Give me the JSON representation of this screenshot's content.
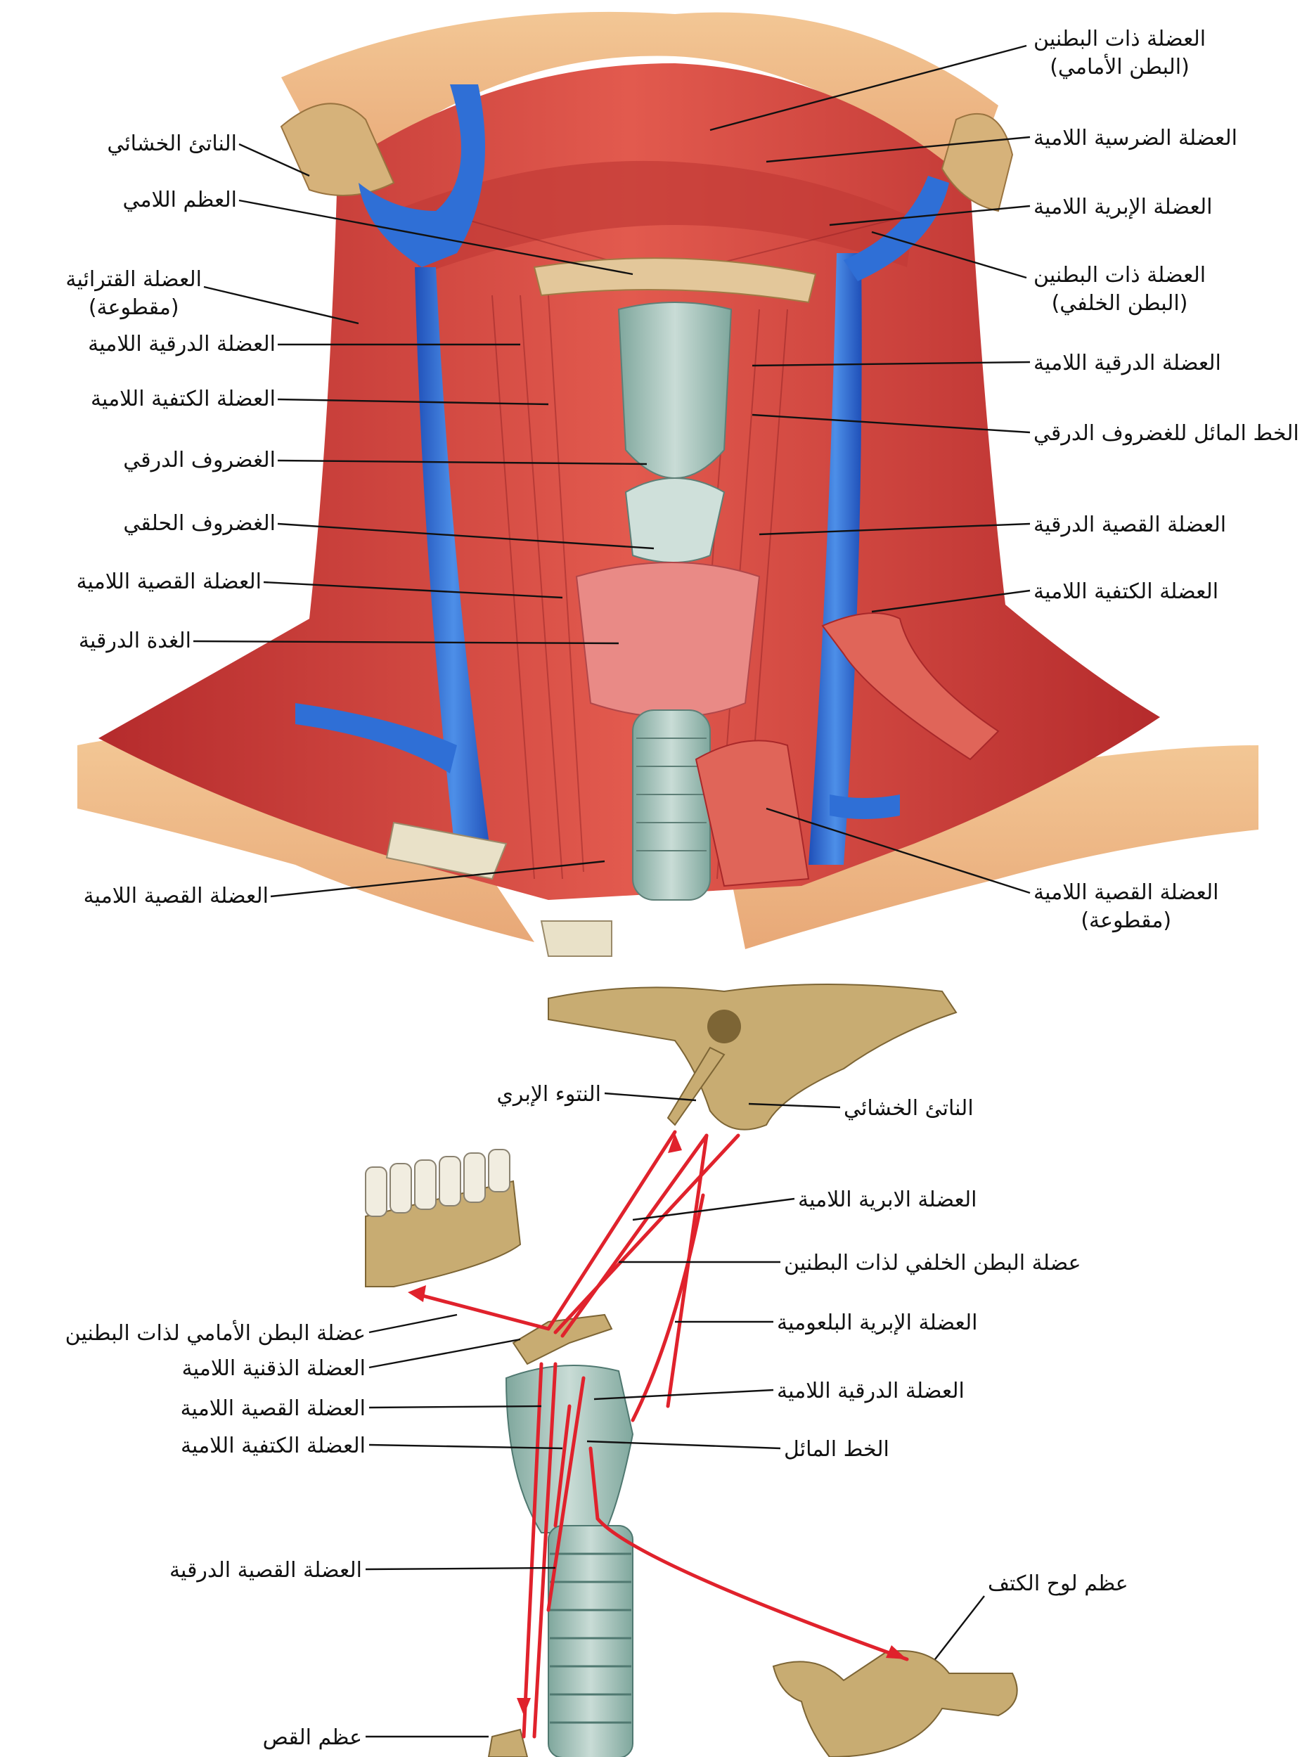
{
  "upper_labels": {
    "right": [
      {
        "text": "العضلة ذات البطنين",
        "sub": "(البطن الأمامي)"
      },
      {
        "text": "العضلة الضرسية اللامية"
      },
      {
        "text": "العضلة الإبرية اللامية"
      },
      {
        "text": "العضلة ذات البطنين",
        "sub": "(البطن الخلفي)"
      },
      {
        "text": "العضلة الدرقية اللامية"
      },
      {
        "text": "الخط المائل للغضروف الدرقي"
      },
      {
        "text": "العضلة القصية الدرقية"
      },
      {
        "text": "العضلة الكتفية اللامية"
      },
      {
        "text": "العضلة القصية اللامية",
        "sub": "(مقطوعة)"
      }
    ],
    "left": [
      {
        "text": "الناتئ الخشائي"
      },
      {
        "text": "العظم اللامي"
      },
      {
        "text": "العضلة القترائية",
        "sub": "(مقطوعة)"
      },
      {
        "text": "العضلة الدرقية اللامية"
      },
      {
        "text": "العضلة الكتفية اللامية"
      },
      {
        "text": "الغضروف الدرقي"
      },
      {
        "text": "الغضروف الحلقي"
      },
      {
        "text": "العضلة القصية اللامية"
      },
      {
        "text": "الغدة الدرقية"
      },
      {
        "text": "العضلة القصية اللامية"
      }
    ]
  },
  "lower_labels": {
    "right": [
      {
        "text": "الناتئ الخشائي"
      },
      {
        "text": "العضلة الابرية اللامية"
      },
      {
        "text": "عضلة البطن الخلفي لذات البطنين"
      },
      {
        "text": "العضلة الإبرية البلعومية"
      },
      {
        "text": "العضلة الدرقية اللامية"
      },
      {
        "text": "الخط المائل"
      },
      {
        "text": "عظم لوح الكتف"
      }
    ],
    "left": [
      {
        "text": "النتوء الإبري"
      },
      {
        "text": "عضلة البطن الأمامي لذات البطنين"
      },
      {
        "text": "العضلة الذقنية اللامية"
      },
      {
        "text": "العضلة القصية اللامية"
      },
      {
        "text": "العضلة الكتفية اللامية"
      },
      {
        "text": "العضلة القصية الدرقية"
      },
      {
        "text": "عظم القص"
      }
    ]
  },
  "colors": {
    "muscle": "#d8473f",
    "muscle_dark": "#a8282a",
    "vein": "#2f6fd6",
    "bone": "#d7b47c",
    "cartilage": "#a9c4bd",
    "arrow": "#e0222c"
  }
}
